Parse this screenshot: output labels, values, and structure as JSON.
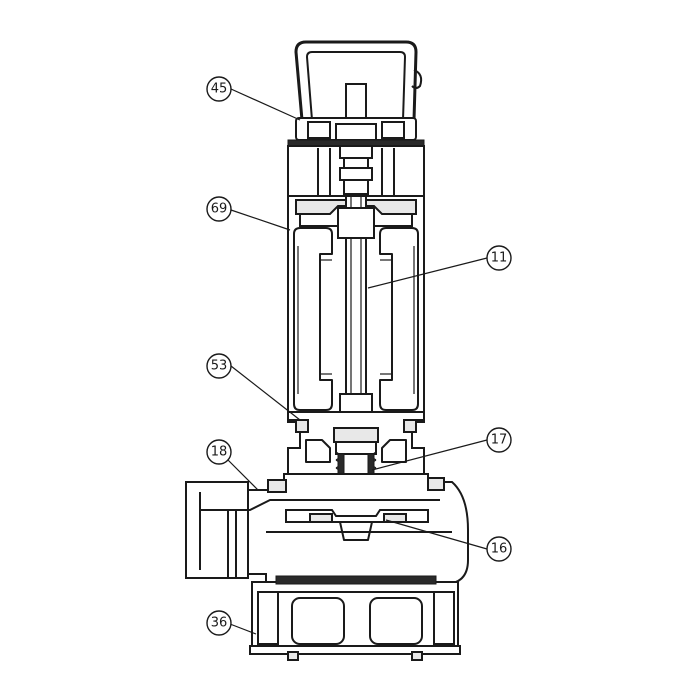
{
  "callouts": [
    {
      "id": "c45",
      "label": "45"
    },
    {
      "id": "c69",
      "label": "69"
    },
    {
      "id": "c11",
      "label": "11"
    },
    {
      "id": "c53",
      "label": "53"
    },
    {
      "id": "c17",
      "label": "17"
    },
    {
      "id": "c18",
      "label": "18"
    },
    {
      "id": "c16",
      "label": "16"
    },
    {
      "id": "c36",
      "label": "36"
    }
  ]
}
